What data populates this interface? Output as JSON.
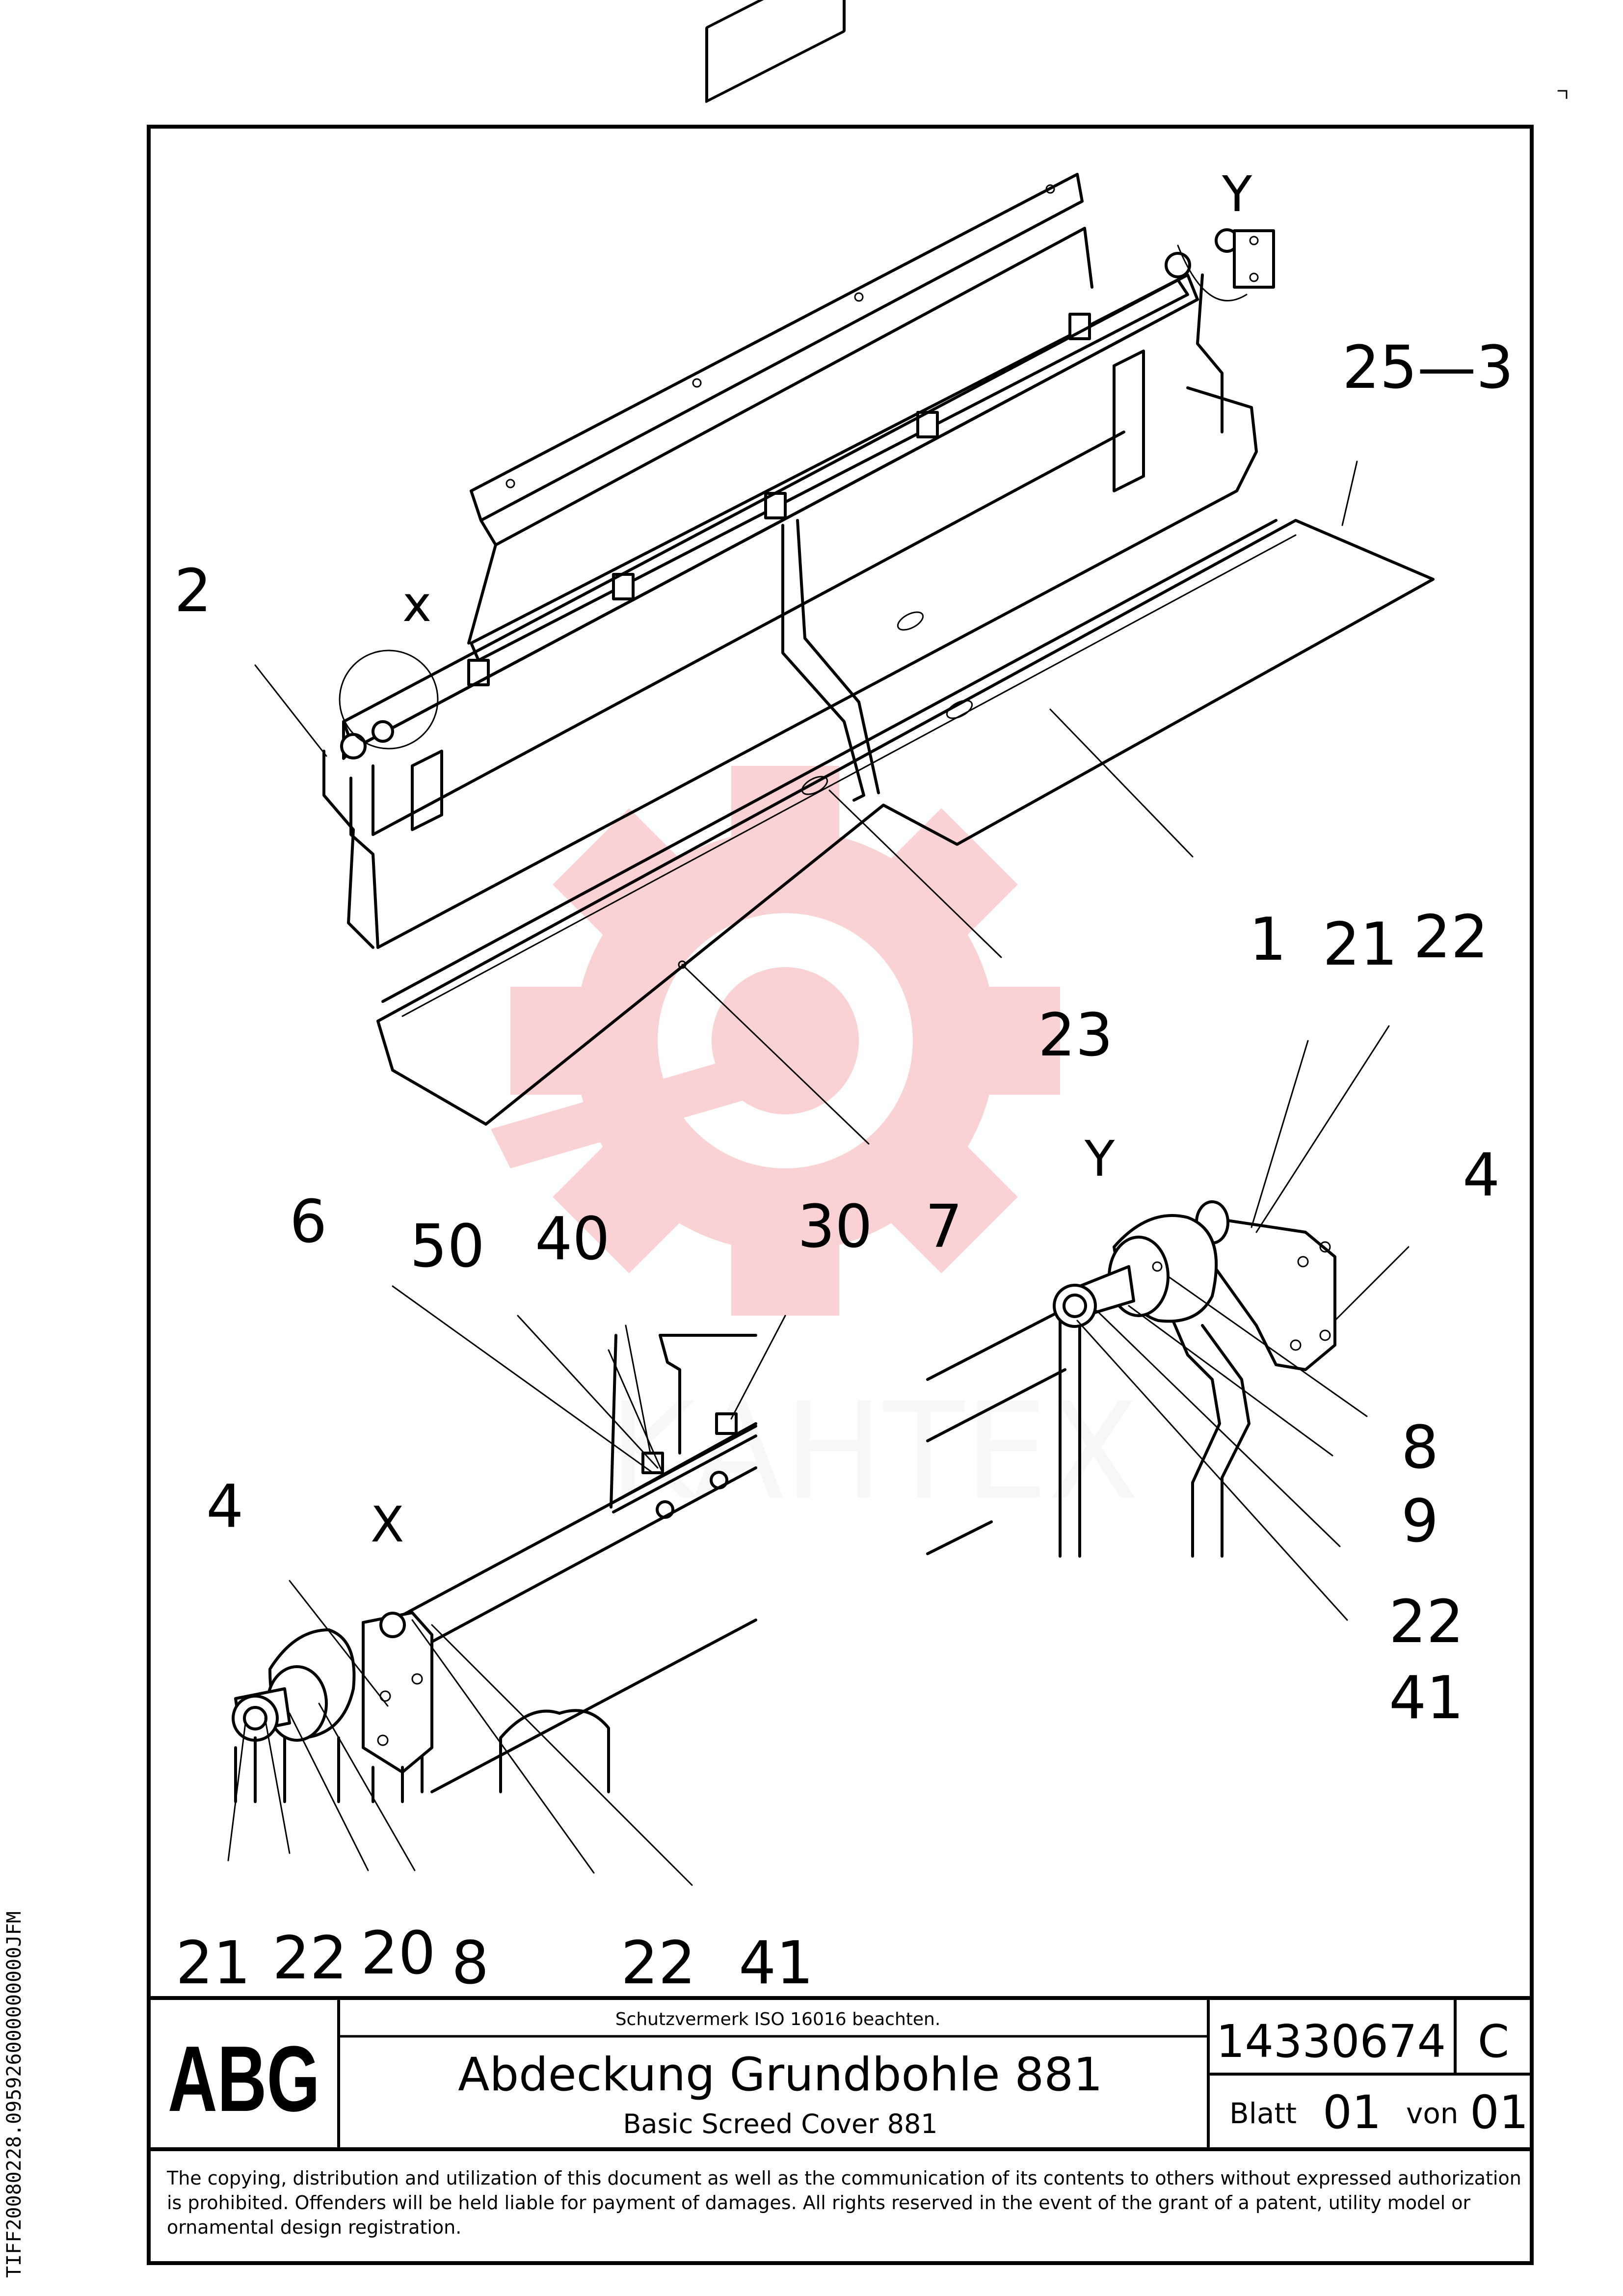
{
  "drawing": {
    "detail_letters": {
      "x_main": "x",
      "y_main": "Y",
      "y_detail": "Y",
      "x_detail": "X"
    },
    "callouts": {
      "main_2": "2",
      "main_25_3": "25—3",
      "main_1": "1",
      "main_21": "21",
      "main_22": "22",
      "main_23": "23",
      "main_4": "4",
      "top_6": "6",
      "top_50": "50",
      "top_40": "40",
      "top_30": "30",
      "top_7": "7",
      "left_4": "4",
      "r_8": "8",
      "r_9": "9",
      "r_22": "22",
      "r_41": "41",
      "b_21": "21",
      "b_22": "22",
      "b_20": "20",
      "b_8": "8",
      "b_22b": "22",
      "b_41": "41"
    },
    "watermark_text": "KAHTEX",
    "watermark_color": "#e8333a"
  },
  "title_block": {
    "logo": "ABG",
    "protection_note": "Schutzvermerk ISO 16016 beachten.",
    "title_de": "Abdeckung Grundbohle 881",
    "title_en": "Basic Screed Cover 881",
    "doc_number": "14330674",
    "revision": "C",
    "sheet_label": "Blatt",
    "sheet_number": "01",
    "of_label": "von",
    "sheet_total": "01",
    "copyright_notice": [
      "The copying, distribution and utilization of this document as well as the communication of its contents to others without expressed authorization",
      "is prohibited. Offenders will be held liable for payment of damages. All rights reserved in the event of the grant of a patent, utility model or",
      "ornamental design registration."
    ]
  },
  "side_code": "TIFF20080228.095926000000000JFM"
}
